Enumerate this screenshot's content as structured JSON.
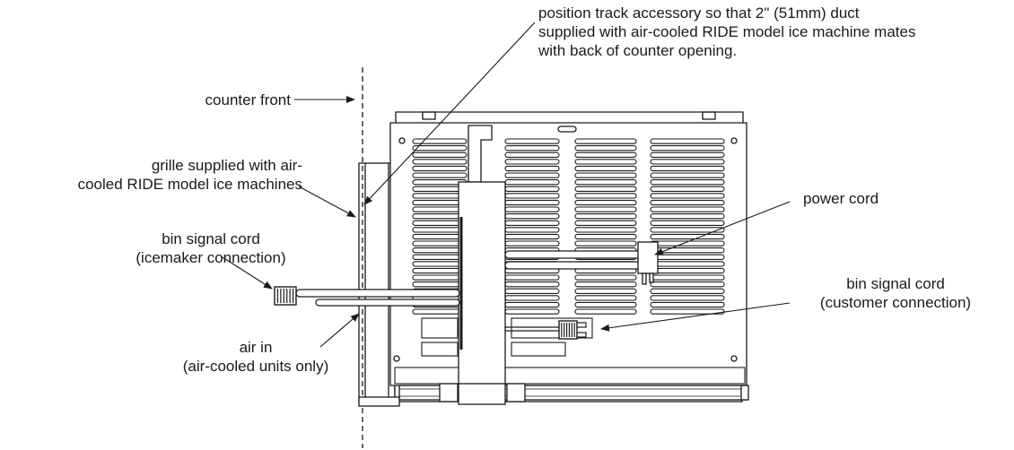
{
  "labels": {
    "position_track": "position track accessory so that 2\" (51mm) duct\nsupplied with air-cooled RIDE model ice machine mates\nwith back of counter opening.",
    "counter_front": "counter front",
    "grille": "grille supplied with air-\ncooled RIDE model ice machines",
    "bin_signal_icemaker": "bin signal cord\n(icemaker connection)",
    "air_in": "air in\n(air-cooled units only)",
    "power_cord": "power cord",
    "bin_signal_customer": "bin signal cord\n(customer connection)"
  }
}
